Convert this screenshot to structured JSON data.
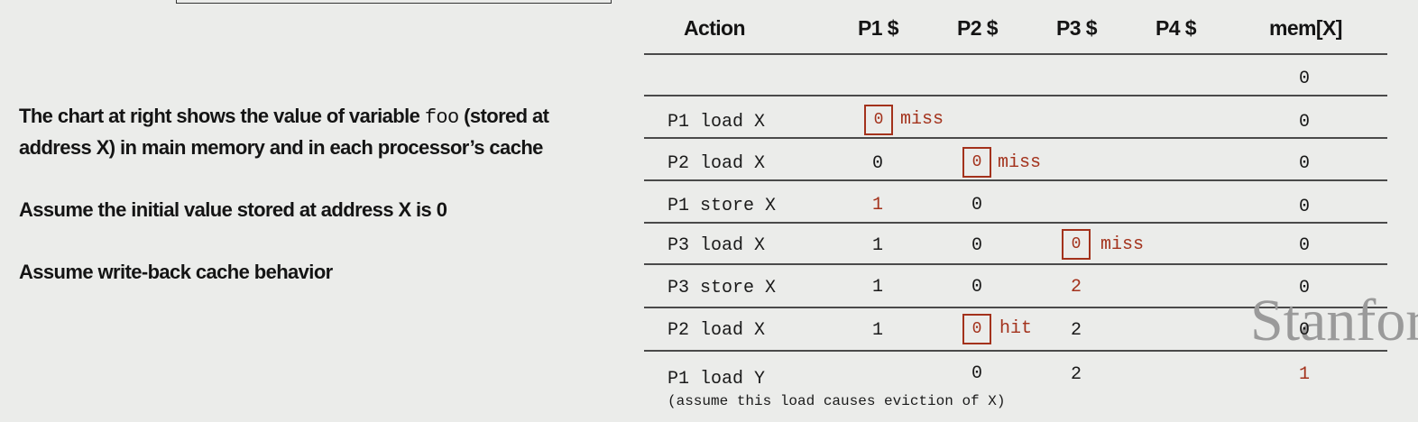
{
  "left": {
    "line1_pre": "The chart at right shows the value of variable ",
    "line1_code": "foo",
    "line1_post": " (stored at",
    "line2": "address X) in main memory and in each processor’s cache",
    "line3": "Assume the initial value stored at address X is 0",
    "line4": "Assume write-back cache behavior"
  },
  "table": {
    "headers": [
      "Action",
      "P1 $",
      "P2 $",
      "P3 $",
      "P4 $",
      "mem[X]"
    ],
    "rows": [
      {
        "action": "",
        "p1": "",
        "p2": "",
        "p3": "",
        "p4": "",
        "mem": "0"
      },
      {
        "action": "P1 load X",
        "p1": "0",
        "p1_note": "miss",
        "p2": "",
        "p3": "",
        "p4": "",
        "mem": "0"
      },
      {
        "action": "P2 load X",
        "p1": "0",
        "p2": "0",
        "p2_note": "miss",
        "p3": "",
        "p4": "",
        "mem": "0"
      },
      {
        "action": "P1 store X",
        "p1": "1",
        "p2": "0",
        "p3": "",
        "p4": "",
        "mem": "0"
      },
      {
        "action": "P3 load X",
        "p1": "1",
        "p2": "0",
        "p3": "0",
        "p3_note": "miss",
        "p4": "",
        "mem": "0"
      },
      {
        "action": "P3 store X",
        "p1": "1",
        "p2": "0",
        "p3": "2",
        "p4": "",
        "mem": "0"
      },
      {
        "action": "P2 load X",
        "p1": "1",
        "p2": "0",
        "p2_note": "hit",
        "p3": "2",
        "p4": "",
        "mem": "0"
      },
      {
        "action": "P1 load Y",
        "p1": "",
        "p2": "0",
        "p3": "2",
        "p4": "",
        "mem": "1"
      }
    ],
    "note": "(assume this load causes eviction of X)"
  },
  "watermark": "Stanford",
  "colors": {
    "highlight": "#a3321c",
    "rule": "#4a4a4a",
    "background": "#ebecea"
  }
}
